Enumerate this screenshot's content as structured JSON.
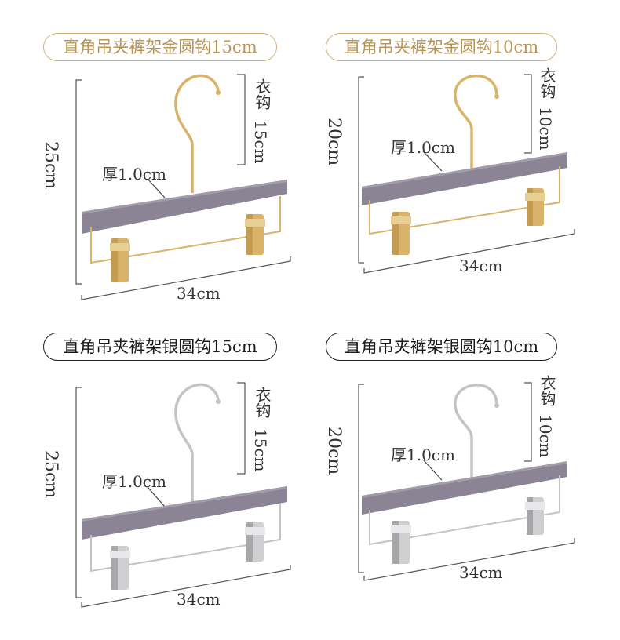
{
  "panels": [
    {
      "id": "gold-15",
      "title": "直角吊夹裤架金圆钩15cm",
      "metal": "gold",
      "height_label": "25cm",
      "width_label": "34cm",
      "thickness_label": "厚1.0cm",
      "hook_label_a": "衣钩",
      "hook_label_b": "15cm"
    },
    {
      "id": "gold-10",
      "title": "直角吊夹裤架金圆钩10cm",
      "metal": "gold",
      "height_label": "20cm",
      "width_label": "34cm",
      "thickness_label": "厚1.0cm",
      "hook_label_a": "衣钩",
      "hook_label_b": "10cm"
    },
    {
      "id": "silver-15",
      "title": "直角吊夹裤架银圆钩15cm",
      "metal": "silver",
      "height_label": "25cm",
      "width_label": "34cm",
      "thickness_label": "厚1.0cm",
      "hook_label_a": "衣钩",
      "hook_label_b": "15cm"
    },
    {
      "id": "silver-10",
      "title": "直角吊夹裤架银圆钩10cm",
      "metal": "silver",
      "height_label": "20cm",
      "width_label": "34cm",
      "thickness_label": "厚1.0cm",
      "hook_label_a": "衣钩",
      "hook_label_b": "10cm"
    }
  ],
  "colors": {
    "gold_metal": "#d9b36a",
    "gold_dark": "#b68a3e",
    "silver_metal": "#cfcfd2",
    "silver_dark": "#8c8c90",
    "bar": "#8a8494",
    "bar_dark": "#6f6a79",
    "gold_title": "#b89556"
  }
}
